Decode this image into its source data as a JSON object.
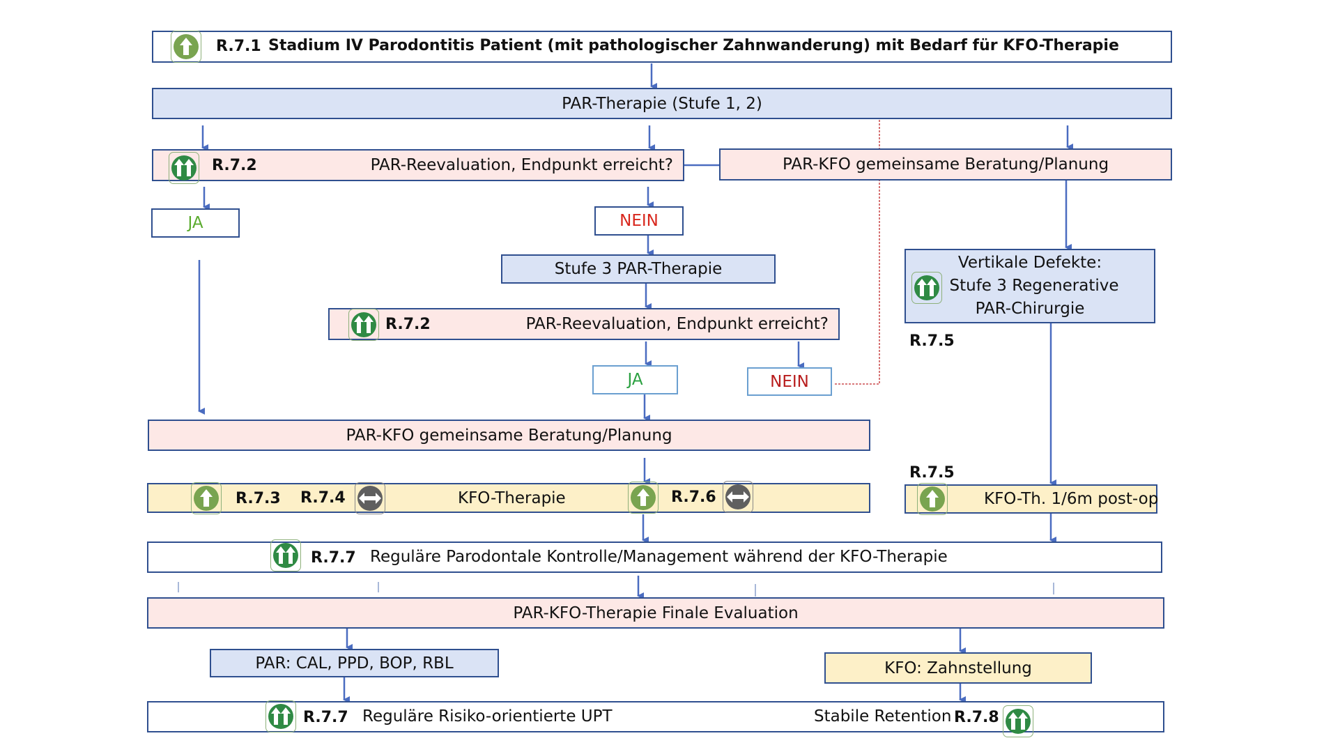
{
  "colors": {
    "border": "#2f4f8f",
    "arrow": "#4a6cc0",
    "blue_fill": "#dae3f5",
    "pink_fill": "#fde8e6",
    "yellow_fill": "#fdf0c8",
    "green_light": "#79a450",
    "green_dark": "#2f8a44",
    "grey": "#5f5f5f",
    "ja_green": "#5aab2e",
    "nein_red": "#d8261c",
    "dotted_red": "#c0282a"
  },
  "nodes": {
    "start": {
      "code": "R.7.1",
      "label": "Stadium IV Parodontitis Patient (mit pathologischer Zahnwanderung) mit Bedarf für KFO-Therapie",
      "icon": "single-up-arrow"
    },
    "par_therapie": {
      "label": "PAR-Therapie (Stufe 1, 2)"
    },
    "reeval1": {
      "code": "R.7.2",
      "label": "PAR-Reevaluation, Endpunkt erreicht?",
      "icon": "double-up-arrow"
    },
    "beratung1": {
      "label": "PAR-KFO gemeinsame Beratung/Planung"
    },
    "ja1": {
      "label": "JA"
    },
    "nein1": {
      "label": "NEIN"
    },
    "stufe3": {
      "label": "Stufe 3 PAR-Therapie"
    },
    "reeval2": {
      "code": "R.7.2",
      "label": "PAR-Reevaluation, Endpunkt erreicht?",
      "icon": "double-up-arrow"
    },
    "ja2": {
      "label": "JA"
    },
    "nein2": {
      "label": "NEIN"
    },
    "vertikal": {
      "line1": "Vertikale Defekte:",
      "line2": "Stufe 3 Regenerative",
      "line3": "PAR-Chirurgie",
      "code": "R.7.5",
      "icon": "double-up-arrow"
    },
    "beratung2": {
      "label": "PAR-KFO gemeinsame Beratung/Planung"
    },
    "kfo_therapie": {
      "code_a": "R.7.3",
      "code_b": "R.7.4",
      "label": "KFO-Therapie",
      "code_c": "R.7.6",
      "icons": [
        "single-up-arrow",
        "left-right-arrow",
        "single-up-arrow",
        "left-right-arrow"
      ]
    },
    "kfo_postop": {
      "code": "R.7.5",
      "label": "KFO-Th. 1/6m post-op",
      "icon": "single-up-arrow"
    },
    "kontrolle": {
      "code": "R.7.7",
      "label": "Reguläre Parodontale Kontrolle/Management während der KFO-Therapie",
      "icon": "double-up-arrow"
    },
    "final_eval": {
      "label": "PAR-KFO-Therapie Finale Evaluation"
    },
    "par_params": {
      "label": "PAR: CAL, PPD, BOP, RBL"
    },
    "kfo_zahn": {
      "label": "KFO: Zahnstellung"
    },
    "upt": {
      "code": "R.7.7",
      "label": "Reguläre Risiko-orientierte UPT",
      "icon": "double-up-arrow"
    },
    "retention": {
      "label": "Stabile Retention",
      "code": "R.7.8",
      "icon": "double-up-arrow"
    }
  }
}
